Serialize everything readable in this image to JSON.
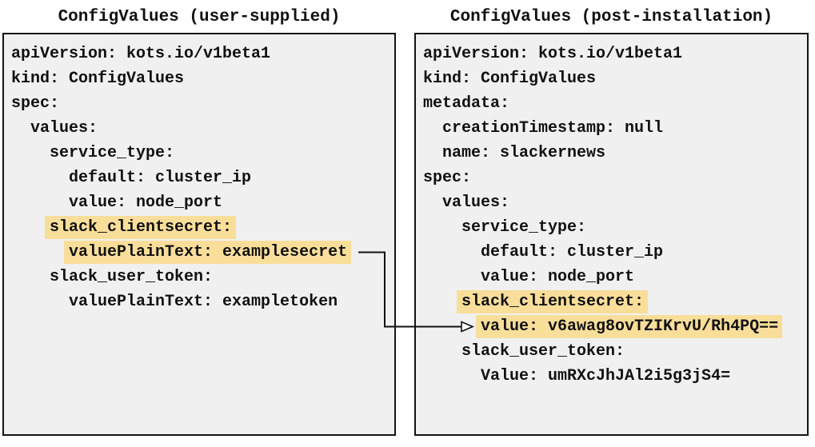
{
  "colors": {
    "page_background": "#ffffff",
    "panel_background": "#f0f0f0",
    "panel_border": "#141414",
    "highlight": "#f9de9a",
    "text": "#111111",
    "arrow": "#111111"
  },
  "panels": [
    {
      "id": "user-supplied",
      "title": "ConfigValues (user-supplied)",
      "lines": [
        {
          "indent": "",
          "text": "apiVersion: kots.io/v1beta1",
          "highlight": false
        },
        {
          "indent": "",
          "text": "kind: ConfigValues",
          "highlight": false
        },
        {
          "indent": "",
          "text": "spec:",
          "highlight": false
        },
        {
          "indent": "  ",
          "text": "values:",
          "highlight": false
        },
        {
          "indent": "    ",
          "text": "service_type:",
          "highlight": false
        },
        {
          "indent": "      ",
          "text": "default: cluster_ip",
          "highlight": false
        },
        {
          "indent": "      ",
          "text": "value: node_port",
          "highlight": false
        },
        {
          "indent": "    ",
          "text": "slack_clientsecret:",
          "highlight": true
        },
        {
          "indent": "      ",
          "text": "valuePlainText: examplesecret",
          "highlight": true
        },
        {
          "indent": "    ",
          "text": "slack_user_token:",
          "highlight": false
        },
        {
          "indent": "      ",
          "text": "valuePlainText: exampletoken",
          "highlight": false
        }
      ]
    },
    {
      "id": "post-installation",
      "title": "ConfigValues (post-installation)",
      "lines": [
        {
          "indent": "",
          "text": "apiVersion: kots.io/v1beta1",
          "highlight": false
        },
        {
          "indent": "",
          "text": "kind: ConfigValues",
          "highlight": false
        },
        {
          "indent": "",
          "text": "metadata:",
          "highlight": false
        },
        {
          "indent": "  ",
          "text": "creationTimestamp: null",
          "highlight": false
        },
        {
          "indent": "  ",
          "text": "name: slackernews",
          "highlight": false
        },
        {
          "indent": "",
          "text": "spec:",
          "highlight": false
        },
        {
          "indent": "  ",
          "text": "values:",
          "highlight": false
        },
        {
          "indent": "    ",
          "text": "service_type:",
          "highlight": false
        },
        {
          "indent": "      ",
          "text": "default: cluster_ip",
          "highlight": false
        },
        {
          "indent": "      ",
          "text": "value: node_port",
          "highlight": false
        },
        {
          "indent": "    ",
          "text": "slack_clientsecret:",
          "highlight": true
        },
        {
          "indent": "      ",
          "text": "value: v6awag8ovTZIKrvU/Rh4PQ==",
          "highlight": true
        },
        {
          "indent": "    ",
          "text": "slack_user_token:",
          "highlight": false
        },
        {
          "indent": "      ",
          "text": "Value: umRXcJhJAl2i5g3jS4=",
          "highlight": false
        }
      ]
    }
  ]
}
